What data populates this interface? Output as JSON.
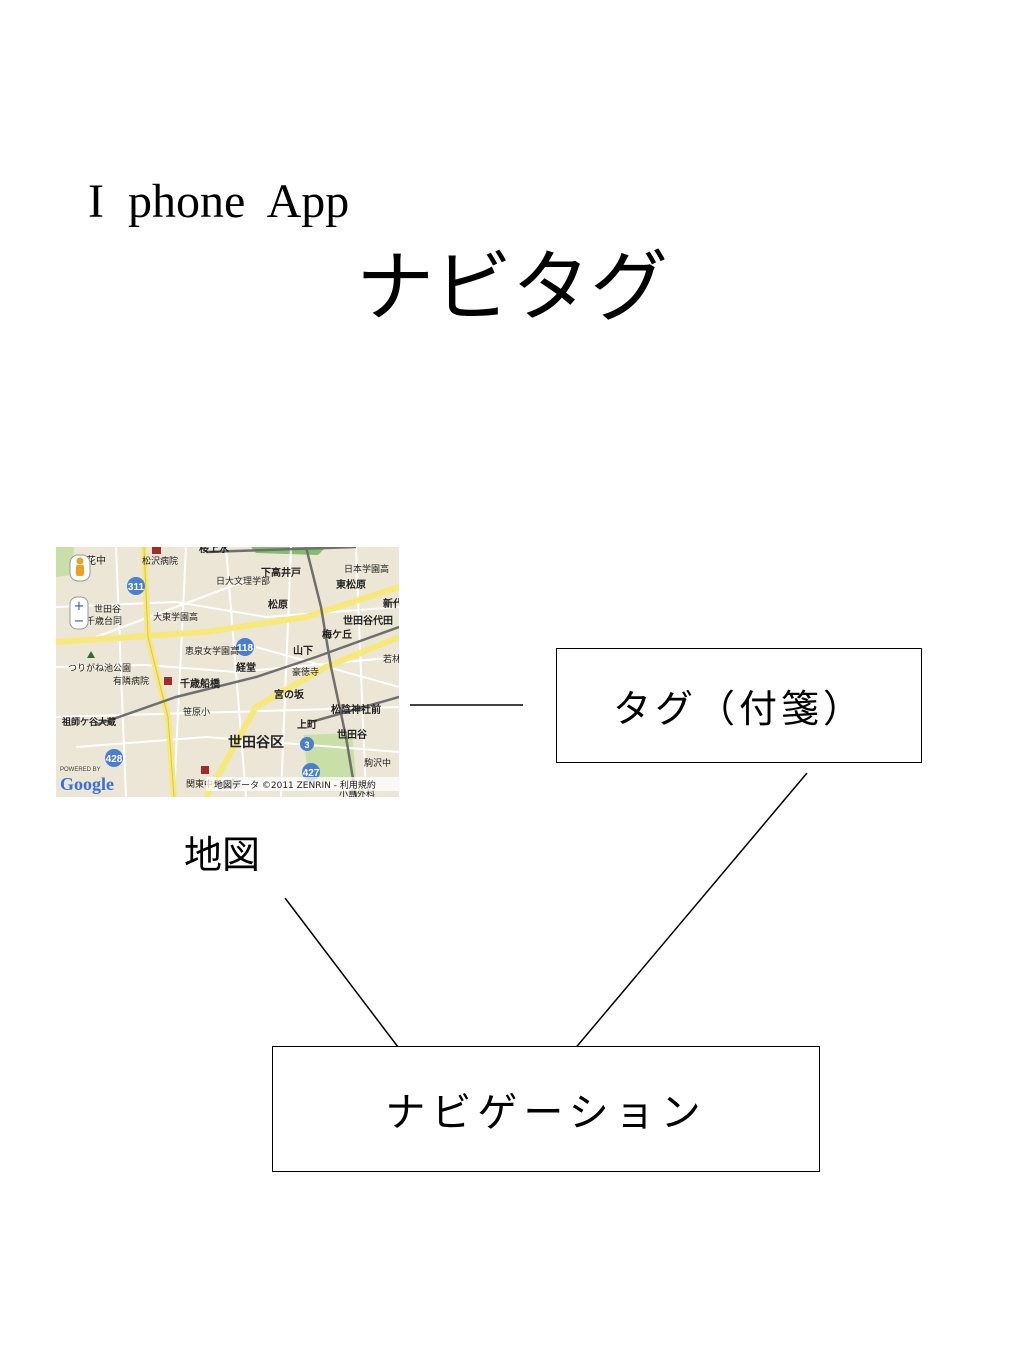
{
  "slide": {
    "subtitle": "I  phone  App",
    "title": "ナビタグ"
  },
  "diagram": {
    "map_label": "地図",
    "tag_box": "タグ（付箋）",
    "navigation_box": "ナビゲーション"
  },
  "map": {
    "labels": [
      "花中",
      "松沢病院",
      "桜上水",
      "下高井戸",
      "日本学園高",
      "東松原",
      "日大文理学部",
      "世田谷",
      "千歳台同",
      "大東学園高",
      "松原",
      "新代",
      "世田谷代田",
      "恵泉女学園高",
      "山下",
      "梅ケ丘",
      "つりがね池公園",
      "有隣病院",
      "経堂",
      "豪徳寺",
      "若林",
      "千歳船橋",
      "宮の坂",
      "祖師ケ谷大蔵",
      "笹原小",
      "上町",
      "松陰神社前",
      "世田谷区",
      "世田谷",
      "駒沢中",
      "関東中央病院",
      "小島外科"
    ],
    "route_numbers": [
      "311",
      "118",
      "428",
      "427",
      "3"
    ],
    "powered_by": "POWERED BY",
    "brand": "Google",
    "copyright": "地図データ ©2011 ZENRIN - 利用規約",
    "colors": {
      "background": "#ece6d6",
      "major_road": "#f7e87a",
      "minor_road": "#ffffff",
      "rail": "#6f6f6f",
      "park": "#c8dfa8",
      "route_badge": "#4a7fd0",
      "label": "#222222"
    },
    "icons": [
      "pegman-icon",
      "zoom-in-icon",
      "zoom-out-icon"
    ]
  }
}
